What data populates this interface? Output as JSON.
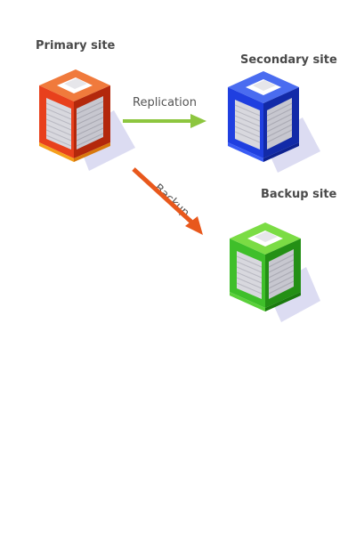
{
  "sites": {
    "primary": {
      "label": "Primary site",
      "color": "#e8401c",
      "dark": "#b3280c",
      "light": "#f07a3c"
    },
    "secondary": {
      "label": "Secondary site",
      "color": "#1f3fe0",
      "dark": "#122aa8",
      "light": "#4a6cf0"
    },
    "backup": {
      "label": "Backup site",
      "color": "#3fbf2a",
      "dark": "#249015",
      "light": "#7bdc44"
    }
  },
  "connections": {
    "replication": {
      "label": "Replication",
      "color": "#8dc63f"
    },
    "backup": {
      "label": "Backup",
      "color": "#e8581c"
    }
  },
  "shadow_color": "#dcdcf2"
}
